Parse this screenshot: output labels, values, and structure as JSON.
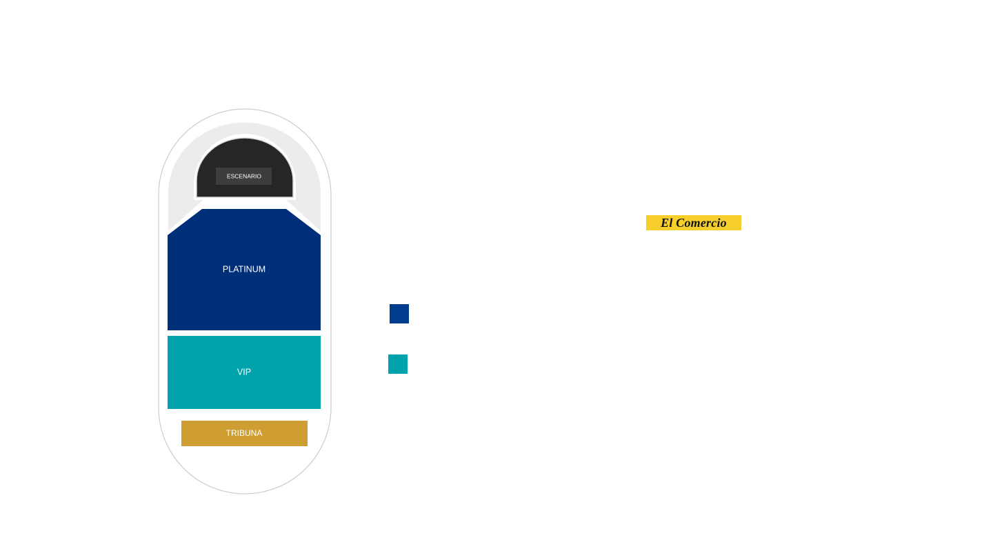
{
  "map": {
    "zones": [
      {
        "id": "escenario",
        "label": "ESCENARIO",
        "color": "#262626"
      },
      {
        "id": "platinum",
        "label": "PLATINUM",
        "color": "#002f7a"
      },
      {
        "id": "vip",
        "label": "VIP",
        "color": "#00a3ac"
      },
      {
        "id": "tribuna",
        "label": "TRIBUNA",
        "color": "#cf9e33"
      }
    ],
    "colors": {
      "outline": "#cccccc",
      "track": "#ececec",
      "stage_rim": "#d9d9d9",
      "stage": "#262626",
      "stage_sign": "#3d3d3d"
    }
  },
  "legend": [
    {
      "zone": "platinum",
      "color": "#003d8f"
    },
    {
      "zone": "vip",
      "color": "#00a3ac"
    }
  ],
  "logo": {
    "text": "El Comercio",
    "background": "#f6cf2c"
  }
}
